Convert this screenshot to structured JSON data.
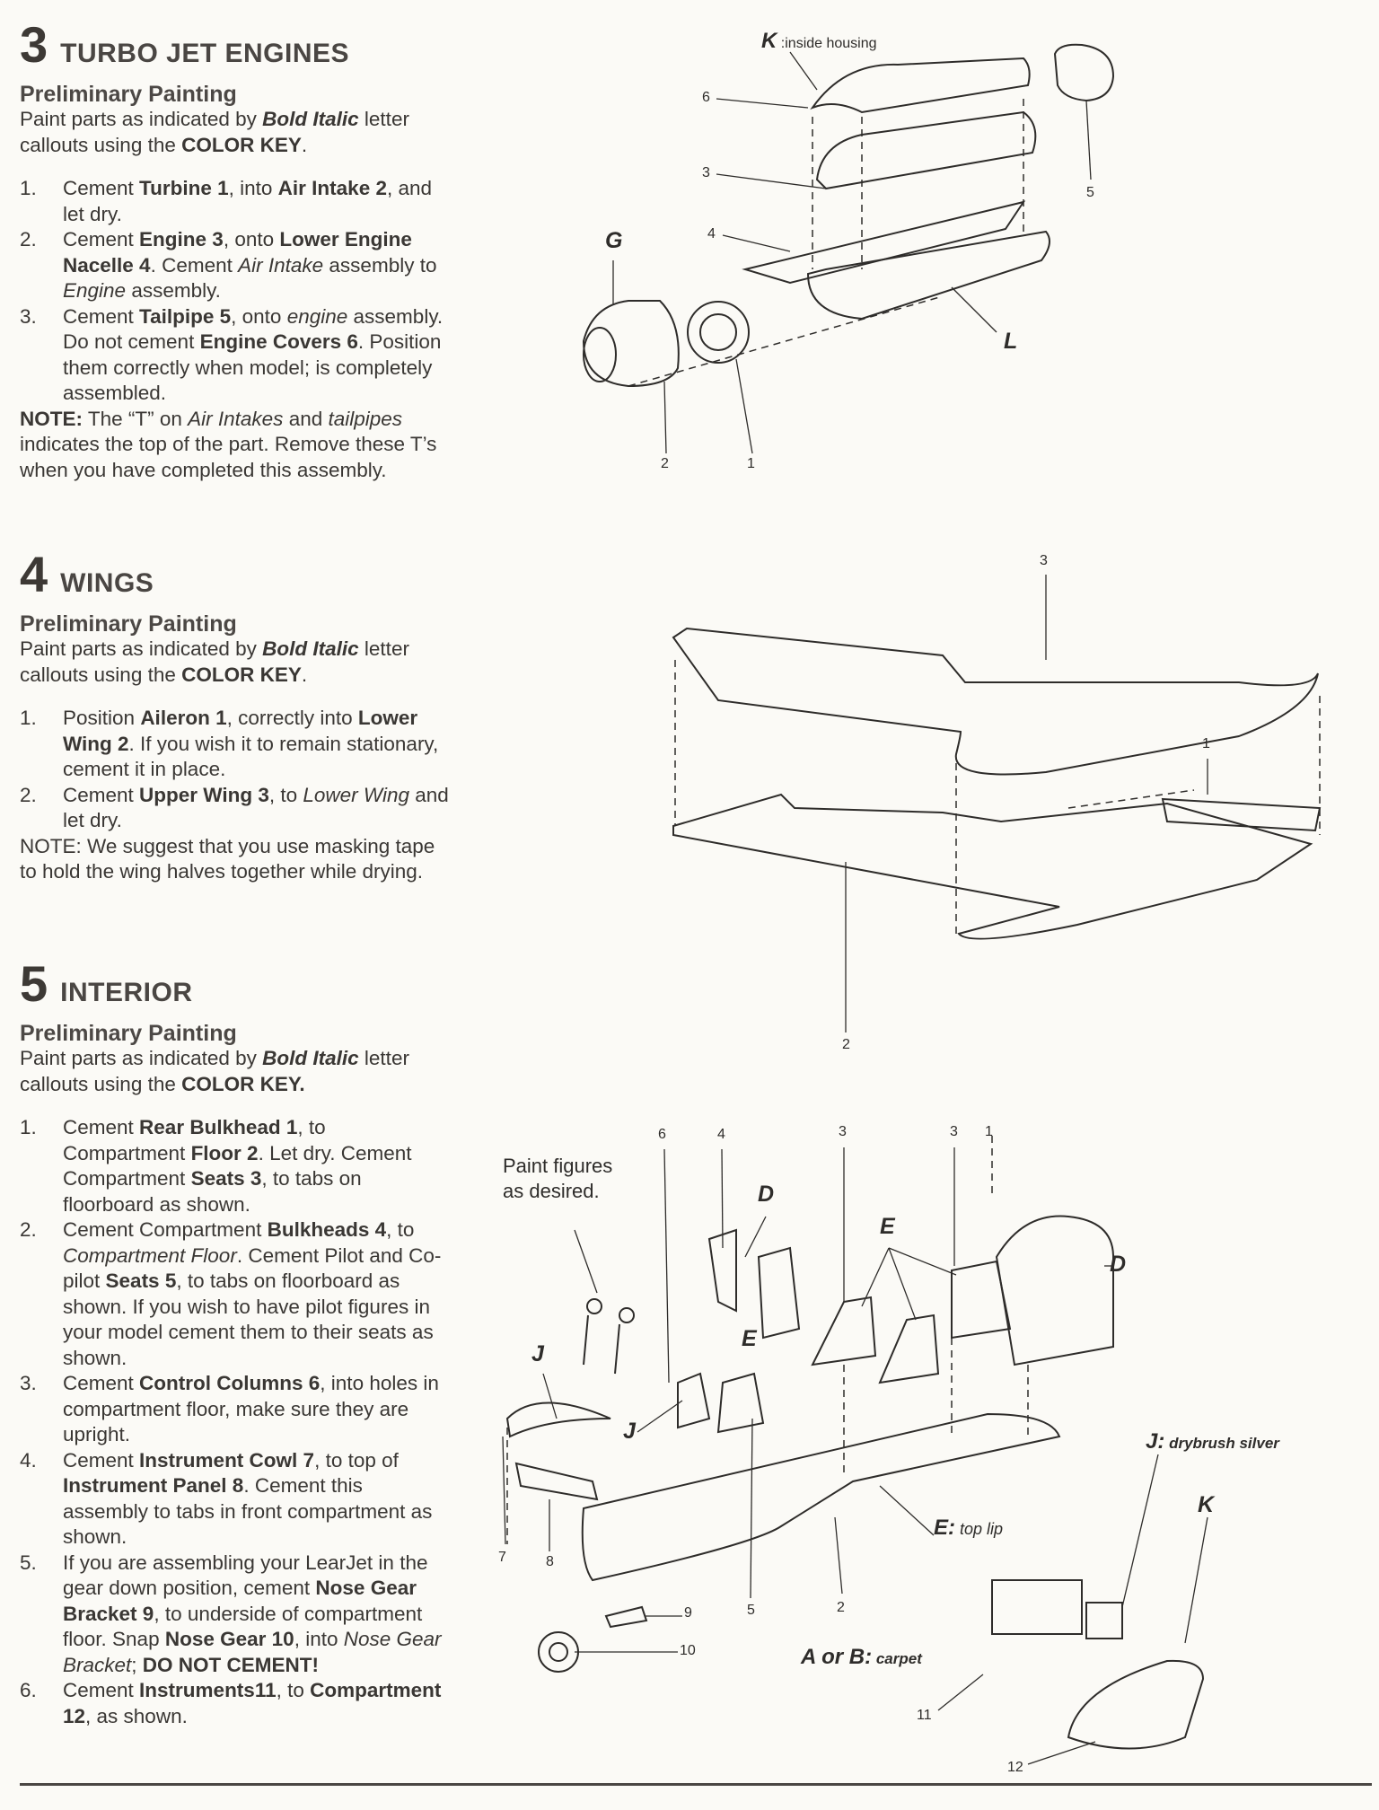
{
  "sections": [
    {
      "number": "3",
      "title": "TURBO JET ENGINES",
      "subheading": "Preliminary Painting",
      "intro": [
        [
          "Paint parts as indicated by ",
          ""
        ],
        [
          "Bold Italic",
          "bi"
        ],
        [
          " letter callouts using the ",
          ""
        ],
        [
          "COLOR KEY",
          "b"
        ],
        [
          ".",
          ""
        ]
      ],
      "steps": [
        {
          "num": "1.",
          "segs": [
            [
              "Cement ",
              ""
            ],
            [
              "Turbine 1",
              "b"
            ],
            [
              ", into ",
              ""
            ],
            [
              "Air Intake 2",
              "b"
            ],
            [
              ", and let dry.",
              ""
            ]
          ]
        },
        {
          "num": "2.",
          "segs": [
            [
              "Cement ",
              ""
            ],
            [
              "Engine 3",
              "b"
            ],
            [
              ", onto ",
              ""
            ],
            [
              "Lower Engine Nacelle 4",
              "b"
            ],
            [
              ". Cement ",
              ""
            ],
            [
              "Air Intake",
              "i"
            ],
            [
              " assembly to ",
              ""
            ],
            [
              "Engine",
              "i"
            ],
            [
              " assembly.",
              ""
            ]
          ]
        },
        {
          "num": "3.",
          "segs": [
            [
              "Cement ",
              ""
            ],
            [
              "Tailpipe 5",
              "b"
            ],
            [
              ", onto ",
              ""
            ],
            [
              "engine",
              "i"
            ],
            [
              " assembly. Do not cement ",
              ""
            ],
            [
              "Engine Covers 6",
              "b"
            ],
            [
              ". Position them correctly when model; is completely assembled.",
              ""
            ]
          ]
        }
      ],
      "note": [
        [
          "NOTE:",
          "b"
        ],
        [
          "  The “T” on ",
          ""
        ],
        [
          "Air Intakes",
          "i"
        ],
        [
          " and ",
          ""
        ],
        [
          "tailpipes",
          "i"
        ],
        [
          " indicates the top of the part. Remove these T’s when you have completed this assembly.",
          ""
        ]
      ]
    },
    {
      "number": "4",
      "title": "WINGS",
      "subheading": "Preliminary Painting",
      "intro": [
        [
          "Paint parts as indicated by ",
          ""
        ],
        [
          "Bold Italic",
          "bi"
        ],
        [
          " letter callouts using the ",
          ""
        ],
        [
          "COLOR KEY",
          "b"
        ],
        [
          ".",
          ""
        ]
      ],
      "steps": [
        {
          "num": "1.",
          "segs": [
            [
              "Position ",
              ""
            ],
            [
              "Aileron 1",
              "b"
            ],
            [
              ", correctly into ",
              ""
            ],
            [
              "Lower Wing 2",
              "b"
            ],
            [
              ". If you wish it to remain stationary, cement it in place.",
              ""
            ]
          ]
        },
        {
          "num": "2.",
          "segs": [
            [
              "Cement ",
              ""
            ],
            [
              "Upper Wing 3",
              "b"
            ],
            [
              ", to ",
              ""
            ],
            [
              "Lower Wing",
              "i"
            ],
            [
              " and let dry.",
              ""
            ]
          ]
        }
      ],
      "note": [
        [
          "NOTE: We suggest that you use masking tape to hold the wing halves together while drying.",
          ""
        ]
      ]
    },
    {
      "number": "5",
      "title": "INTERIOR",
      "subheading": "Preliminary Painting",
      "intro": [
        [
          "Paint parts as indicated by ",
          ""
        ],
        [
          "Bold Italic",
          "bi"
        ],
        [
          " letter callouts using the ",
          ""
        ],
        [
          "COLOR KEY.",
          "b"
        ]
      ],
      "steps": [
        {
          "num": "1.",
          "segs": [
            [
              "Cement ",
              ""
            ],
            [
              "Rear Bulkhead 1",
              "b"
            ],
            [
              ", to Compartment ",
              ""
            ],
            [
              "Floor 2",
              "b"
            ],
            [
              ". Let dry. Cement Compartment ",
              ""
            ],
            [
              "Seats 3",
              "b"
            ],
            [
              ", to tabs on floorboard as shown.",
              ""
            ]
          ]
        },
        {
          "num": "2.",
          "segs": [
            [
              "Cement Compartment ",
              ""
            ],
            [
              "Bulkheads 4",
              "b"
            ],
            [
              ", to ",
              ""
            ],
            [
              "Compartment Floor",
              "i"
            ],
            [
              ". Cement Pilot and Co-pilot ",
              ""
            ],
            [
              "Seats 5",
              "b"
            ],
            [
              ", to tabs on floorboard as shown. If you wish to have pilot figures in your model cement them to their seats as shown.",
              ""
            ]
          ]
        },
        {
          "num": "3.",
          "segs": [
            [
              "Cement ",
              ""
            ],
            [
              "Control Columns 6",
              "b"
            ],
            [
              ", into holes in compartment floor, make sure they are upright.",
              ""
            ]
          ]
        },
        {
          "num": "4.",
          "segs": [
            [
              "Cement ",
              ""
            ],
            [
              "Instrument Cowl 7",
              "b"
            ],
            [
              ", to top of ",
              ""
            ],
            [
              "Instrument Panel 8",
              "b"
            ],
            [
              ". Cement this assembly to tabs in front compartment as shown.",
              ""
            ]
          ]
        },
        {
          "num": "5.",
          "segs": [
            [
              "If you are assembling your LearJet in the gear down position, cement ",
              ""
            ],
            [
              "Nose Gear Bracket 9",
              "b"
            ],
            [
              ", to underside of compartment floor. Snap ",
              ""
            ],
            [
              "Nose Gear 10",
              "b"
            ],
            [
              ", into ",
              ""
            ],
            [
              "Nose Gear Bracket",
              "i"
            ],
            [
              ";",
              ""
            ],
            [
              " DO NOT CEMENT!",
              "b"
            ]
          ]
        },
        {
          "num": "6.",
          "segs": [
            [
              "Cement ",
              ""
            ],
            [
              "Instruments11",
              "b"
            ],
            [
              ",  to ",
              ""
            ],
            [
              "Compartment 12",
              "b"
            ],
            [
              ", as shown.",
              ""
            ]
          ]
        }
      ],
      "note": []
    }
  ],
  "diagrams": {
    "engines": {
      "k_letter": "K",
      "k_text": " :inside housing",
      "p6": "6",
      "p3": "3",
      "p5": "5",
      "g": "G",
      "p4": "4",
      "l": "L",
      "p2": "2",
      "p1": "1"
    },
    "wings": {
      "p3": "3",
      "p1": "1",
      "p2": "2"
    },
    "interior": {
      "figures_note": "Paint figures as desired.",
      "p6": "6",
      "p4": "4",
      "p3a": "3",
      "p3b": "3",
      "p1": "1",
      "d1": "D",
      "e1": "E",
      "d2": "D",
      "e2": "E",
      "j1": "J",
      "j2": "J",
      "j_letter": "J:",
      "j_text": " drybrush silver",
      "k": "K",
      "e_letter": "E:",
      "e_text": " top lip",
      "p7": "7",
      "p8": "8",
      "p9": "9",
      "p5": "5",
      "p2": "2",
      "p10": "10",
      "ab_letter": "A or B:",
      "ab_text": " carpet",
      "p11": "11",
      "p12": "12"
    }
  }
}
